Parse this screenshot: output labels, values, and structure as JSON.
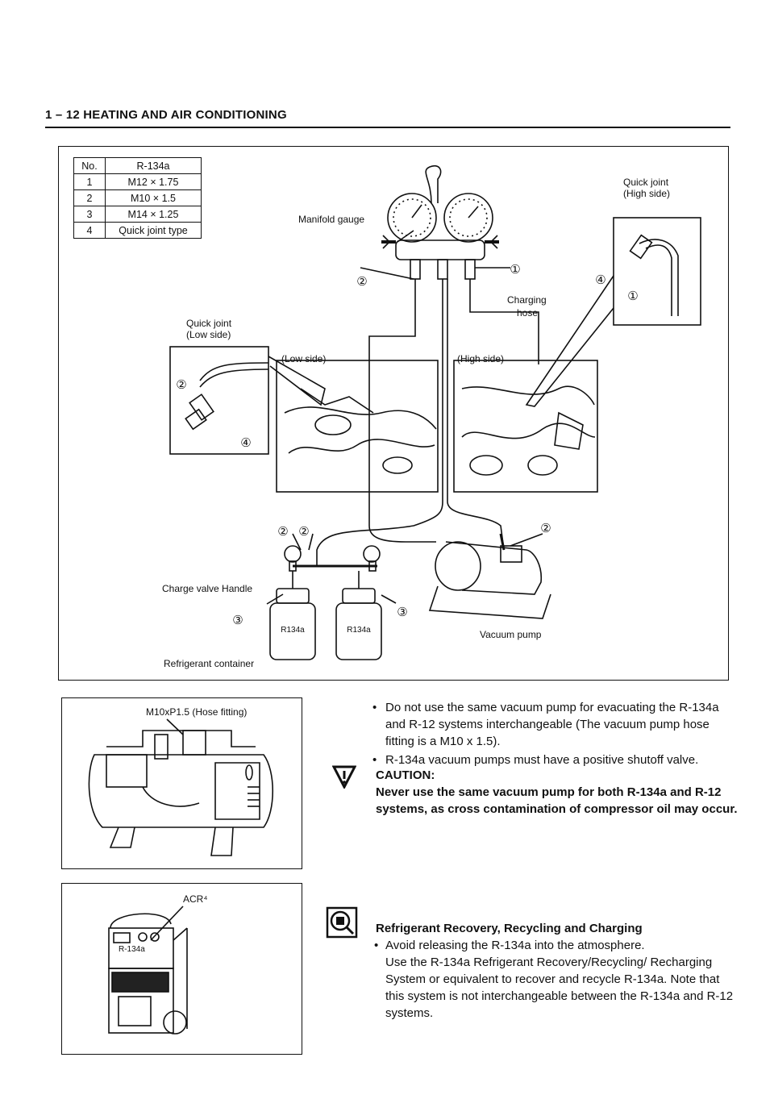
{
  "header": {
    "title": "1 – 12 HEATING AND AIR CONDITIONING"
  },
  "spec_table": {
    "header": [
      "No.",
      "R-134a"
    ],
    "rows": [
      [
        "1",
        "M12 × 1.75"
      ],
      [
        "2",
        "M10 × 1.5"
      ],
      [
        "3",
        "M14 × 1.25"
      ],
      [
        "4",
        "Quick joint type"
      ]
    ]
  },
  "diagram_labels": {
    "manifold_gauge": "Manifold gauge",
    "quick_joint_high_1": "Quick joint",
    "quick_joint_high_2": "(High side)",
    "quick_joint_low_1": "Quick joint",
    "quick_joint_low_2": "(Low side)",
    "charging_hose_1": "Charging",
    "charging_hose_2": "hose",
    "low_side": "(Low side)",
    "high_side": "(High side)",
    "charge_valve_handle": "Charge valve Handle",
    "refrigerant_container": "Refrigerant container",
    "vacuum_pump": "Vacuum pump",
    "can_label": "R134a",
    "callout_1": "①",
    "callout_2": "②",
    "callout_3": "③",
    "callout_4": "④"
  },
  "pump_figure": {
    "label": "M10xP1.5 (Hose fitting)"
  },
  "acr_figure": {
    "label": "ACR⁴",
    "unit_label": "R-134a"
  },
  "bullets": [
    "Do not use the same vacuum pump for evacuating the R-134a and R-12 systems interchangeable (The vacuum pump hose fitting is a M10 x 1.5).",
    "R-134a vacuum pumps must have a positive shutoff valve."
  ],
  "caution": {
    "title": "CAUTION:",
    "text": "Never use the same vacuum pump for both R-134a and R-12 systems, as cross contamination of compressor oil may occur."
  },
  "recovery": {
    "title": "Refrigerant Recovery, Recycling and Charging",
    "bullet": "Avoid releasing the R-134a into the atmosphere.",
    "text": "Use the R-134a Refrigerant Recovery/Recycling/ Recharging System or equivalent to recover and recycle R-134a. Note that this system is not interchangeable between the R-134a and R-12 systems."
  }
}
